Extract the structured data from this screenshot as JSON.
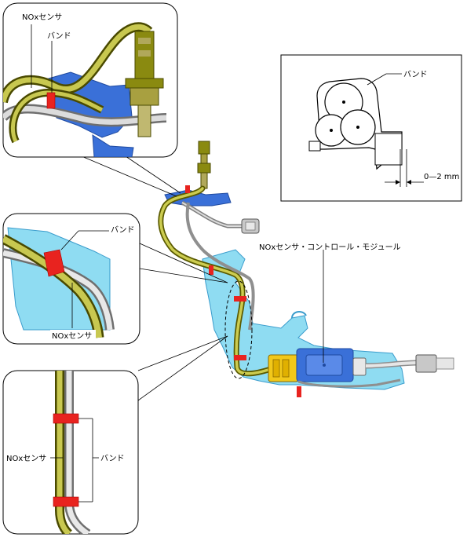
{
  "labels": {
    "callout1_sensor": "NOxセンサ",
    "callout1_band": "バンド",
    "callout2_band": "バンド",
    "callout2_sensor": "NOxセンサ",
    "callout3_sensor": "NOxセンサ",
    "callout3_band": "バンド",
    "detail_band": "バンド",
    "detail_gap": "0—2 mm",
    "module": "NOxセンサ・コントロール・モジュール"
  },
  "colors": {
    "harness_olive": "#8a8a10",
    "harness_yellow": "#d8d860",
    "cable_gray": "#9a9a9a",
    "cable_light": "#e6e6e6",
    "bracket_blue": "#3a70d8",
    "panel_cyan": "#8fdcf2",
    "band_red": "#e8231f",
    "connector_yellow": "#f2c81a"
  }
}
